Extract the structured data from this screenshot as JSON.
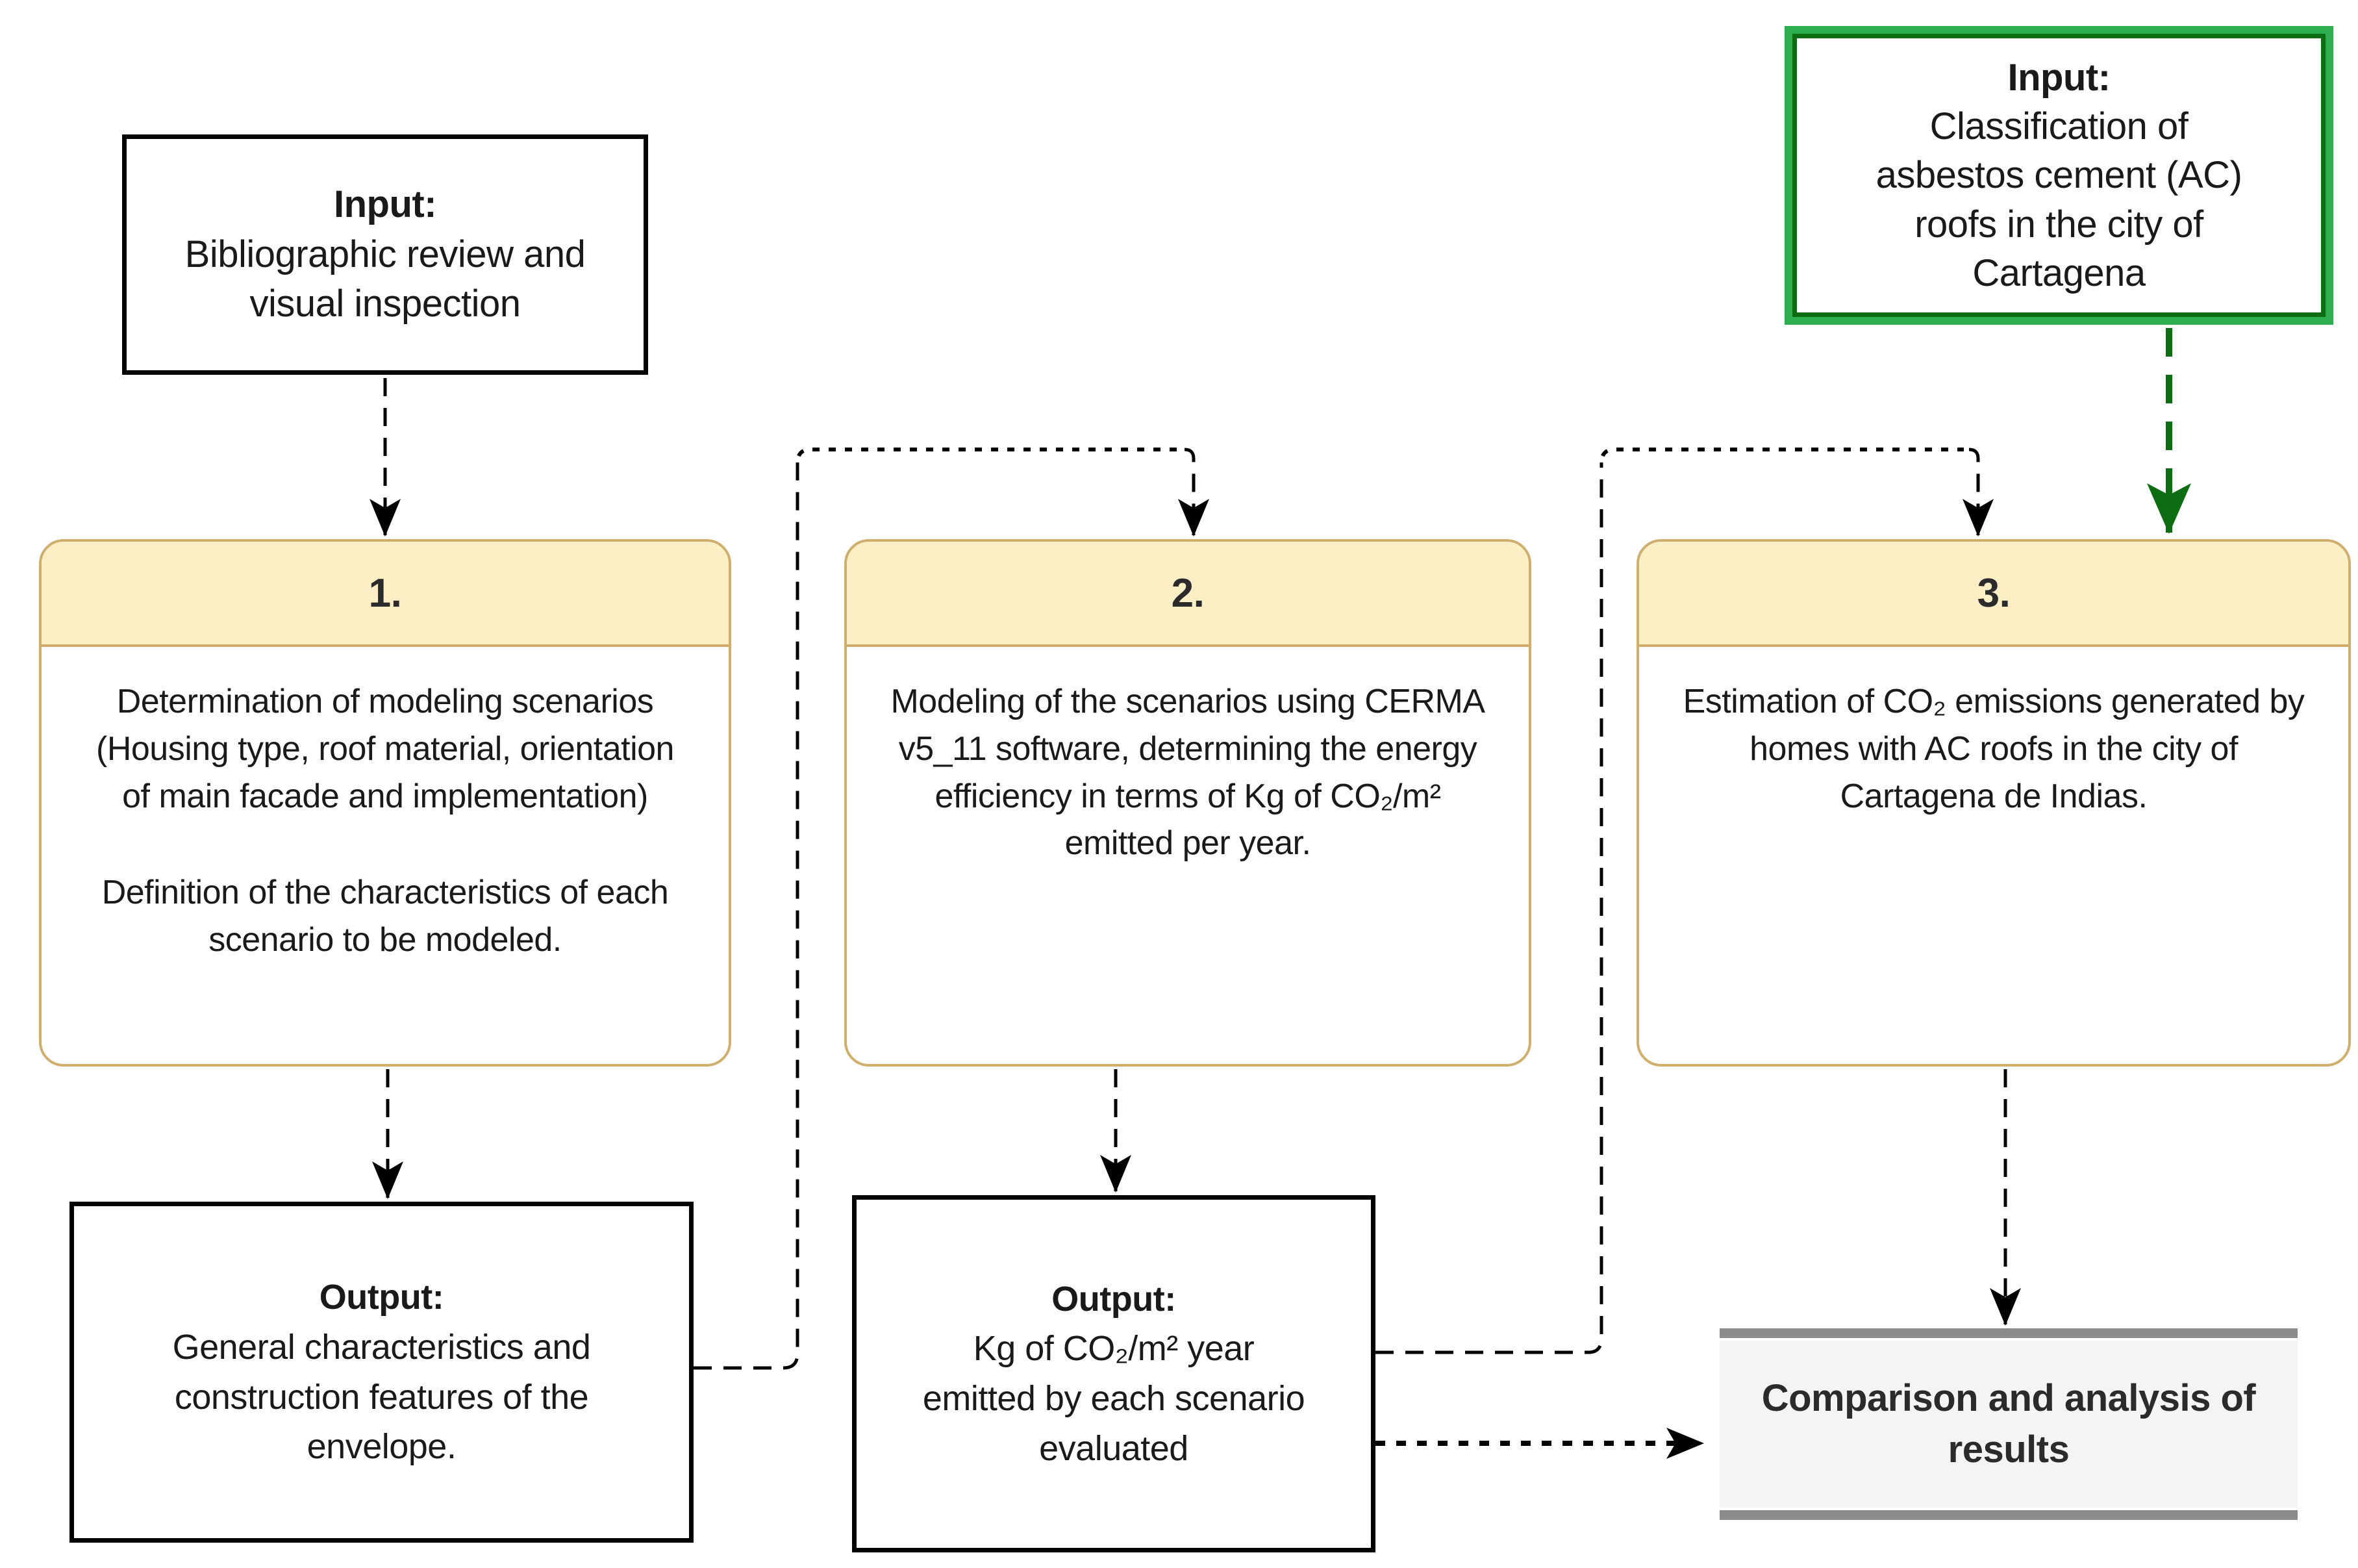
{
  "diagram": {
    "inputs": {
      "biblio": {
        "title": "Input:",
        "body": "Bibliographic review and visual inspection"
      },
      "asbestos": {
        "title": "Input:",
        "body": "Classification of asbestos cement (AC) roofs in the city of Cartagena"
      }
    },
    "steps": [
      {
        "number": "1.",
        "paragraphs": [
          "Determination of modeling scenarios (Housing type, roof material, orientation of main facade and implementation)",
          "Definition of the characteristics of each scenario to be modeled."
        ]
      },
      {
        "number": "2.",
        "paragraphs": [
          "Modeling of the scenarios using CERMA v5_11 software, determining the energy efficiency in terms of Kg of CO₂/m² emitted per year."
        ]
      },
      {
        "number": "3.",
        "paragraphs": [
          "Estimation of CO₂ emissions generated by homes with AC roofs in the city of Cartagena de Indias."
        ]
      }
    ],
    "outputs": [
      {
        "title": "Output:",
        "body": "General characteristics and construction features of the envelope."
      },
      {
        "title": "Output:",
        "body": "Kg of CO₂/m² year emitted by each scenario evaluated"
      }
    ],
    "final": {
      "label": "Comparison and analysis of results"
    },
    "connections": [
      {
        "from": "input-bibliographic",
        "to": "step-1",
        "style": "dashed-black-arrow"
      },
      {
        "from": "input-asbestos",
        "to": "step-3",
        "style": "dashed-green-arrow"
      },
      {
        "from": "step-1",
        "to": "output-1",
        "style": "dashed-black-arrow"
      },
      {
        "from": "step-2",
        "to": "output-2",
        "style": "dashed-black-arrow"
      },
      {
        "from": "step-3",
        "to": "comparison",
        "style": "dashed-black-arrow"
      },
      {
        "from": "output-1",
        "to": "step-2",
        "style": "dashed-black-arrow"
      },
      {
        "from": "output-2",
        "to": "step-3",
        "style": "dashed-black-arrow"
      },
      {
        "from": "output-2",
        "to": "comparison",
        "style": "dotted-black-arrow"
      }
    ],
    "colors": {
      "line": "#000000",
      "green": "#0d6d13",
      "green_light": "#2fae4f",
      "step_border": "#cfae6e",
      "step_header_fill": "#fdefc5",
      "final_fill": "#f4f4f4",
      "final_bar": "#8c8c8c"
    }
  }
}
